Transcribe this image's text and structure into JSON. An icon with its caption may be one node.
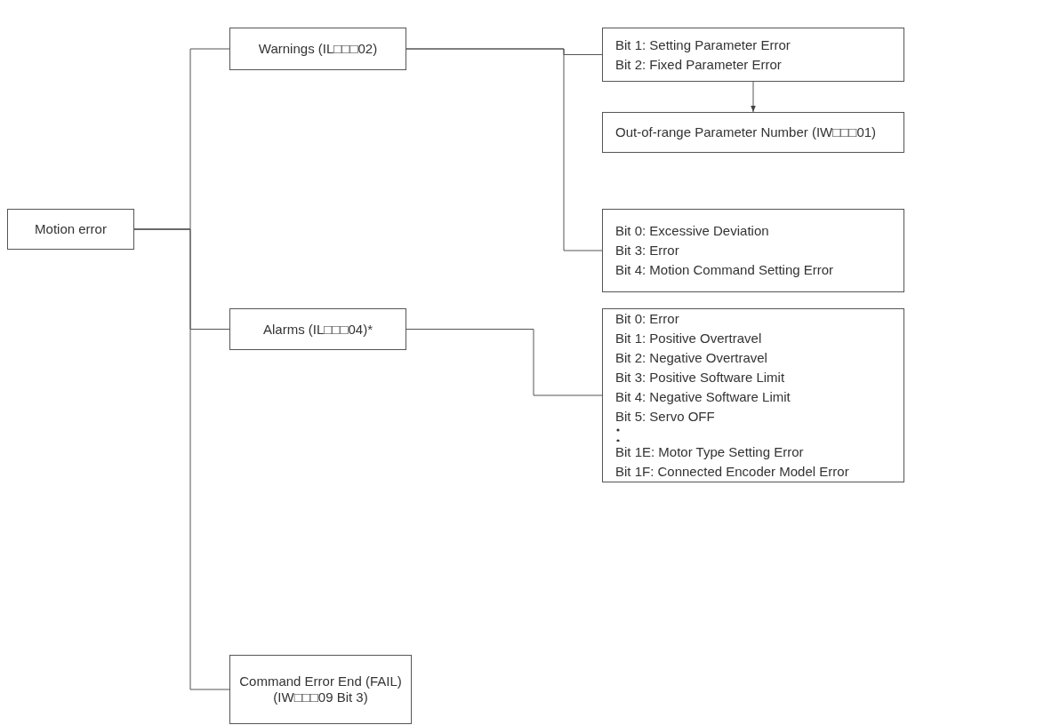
{
  "diagram": {
    "nodes": [
      {
        "text": [
          "Motion error"
        ]
      },
      {
        "text": [
          "Warnings (IL□□□02)"
        ]
      },
      {
        "text": [
          "Alarms (IL□□□04)*"
        ]
      },
      {
        "text": [
          "Command Error End (FAIL) (IW□□□09 Bit 3)"
        ]
      },
      {
        "text": [
          "Bit 1: Setting Parameter Error",
          "Bit 2: Fixed Parameter Error"
        ]
      },
      {
        "text": [
          "Out-of-range Parameter Number (IW□□□01)"
        ]
      },
      {
        "text": [
          "Bit 0: Excessive Deviation",
          "Bit 3: Error",
          "Bit 4: Motion Command Setting Error"
        ]
      },
      {
        "text": [
          "Bit 0: Error",
          "Bit 1: Positive Overtravel",
          "Bit 2: Negative Overtravel",
          "Bit 3: Positive Software Limit",
          "Bit 4: Negative Software Limit",
          "Bit 5: Servo OFF",
          "Bit 1E: Motor Type Setting Error",
          "Bit 1F: Connected Encoder Model Error"
        ]
      }
    ],
    "edges": [
      {
        "from": 0,
        "to": 1,
        "arrow": "none"
      },
      {
        "from": 0,
        "to": 2,
        "arrow": "none"
      },
      {
        "from": 0,
        "to": 3,
        "arrow": "none"
      },
      {
        "from": 1,
        "to": 4,
        "arrow": "none"
      },
      {
        "from": 1,
        "to": 6,
        "arrow": "none"
      },
      {
        "from": 4,
        "to": 5,
        "arrow": "to"
      },
      {
        "from": 2,
        "to": 7,
        "arrow": "none"
      }
    ]
  }
}
